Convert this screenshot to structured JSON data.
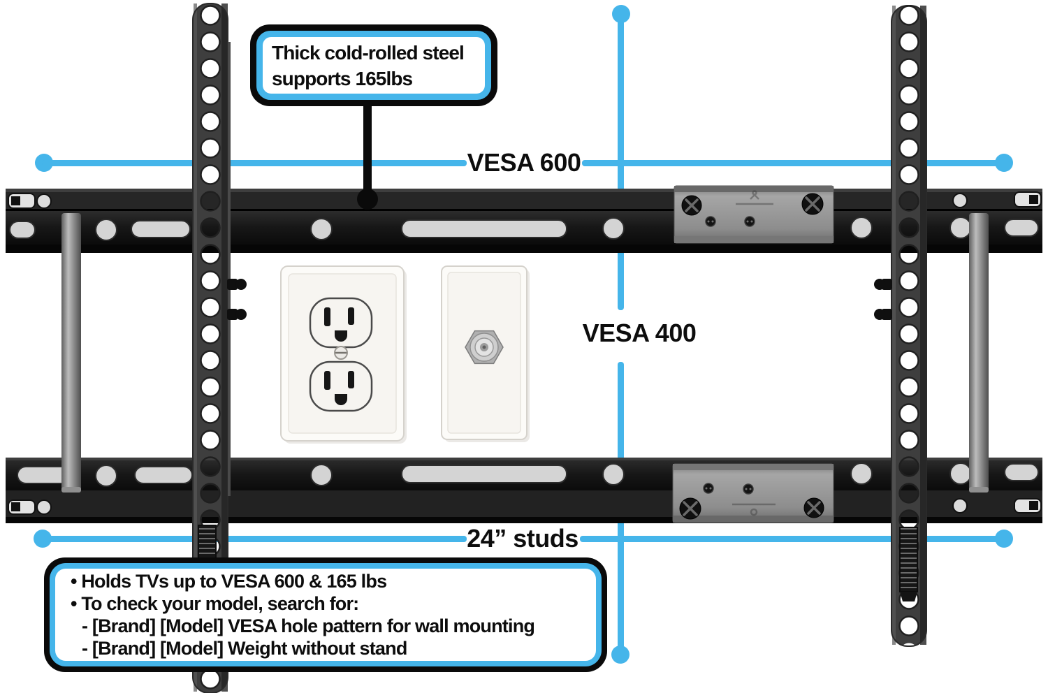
{
  "colors": {
    "accent_blue": "#45B5EA",
    "outline_black": "#0A0A0A"
  },
  "callout_steel": {
    "line1": "Thick cold-rolled steel",
    "line2": "supports 165lbs"
  },
  "dimension_labels": {
    "top_width": "VESA 600",
    "height": "VESA 400",
    "stud_spacing": "24” studs"
  },
  "callout_specs": {
    "lines": [
      "• Holds TVs up to VESA 600 & 165 lbs",
      "• To check your model, search for:",
      "- [Brand] [Model] VESA hole pattern for wall mounting",
      "- [Brand] [Model] Weight without stand"
    ]
  }
}
